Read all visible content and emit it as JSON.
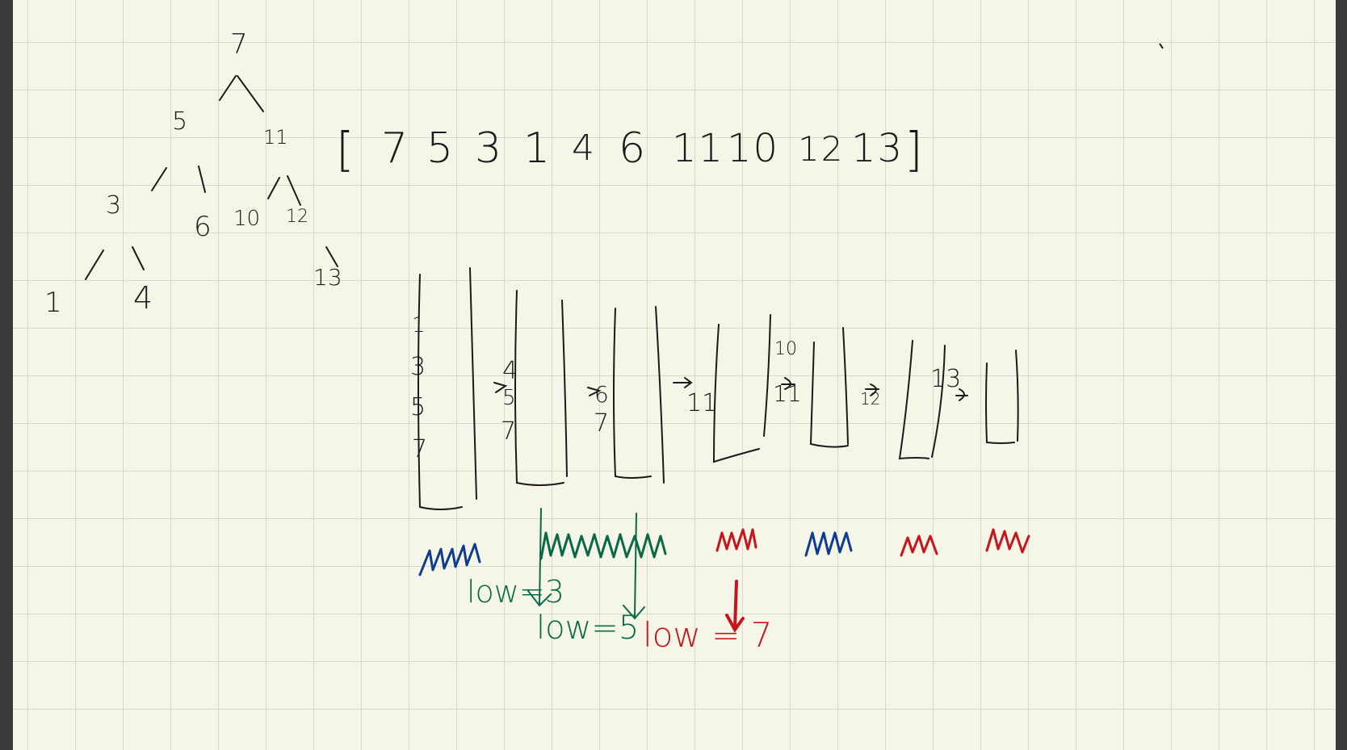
{
  "tree": {
    "nodes": [
      {
        "id": "n7",
        "label": "7"
      },
      {
        "id": "n5",
        "label": "5"
      },
      {
        "id": "n11",
        "label": "11"
      },
      {
        "id": "n3",
        "label": "3"
      },
      {
        "id": "n6",
        "label": "6"
      },
      {
        "id": "n10",
        "label": "10"
      },
      {
        "id": "n12",
        "label": "12"
      },
      {
        "id": "n1",
        "label": "1"
      },
      {
        "id": "n4",
        "label": "4"
      },
      {
        "id": "n13",
        "label": "13"
      }
    ]
  },
  "preorder_array": {
    "open_bracket": "[",
    "close_bracket": "]",
    "items": [
      "7",
      "5",
      "3",
      "1",
      "4",
      "6",
      "11",
      "10",
      "12",
      "13"
    ]
  },
  "stacks": [
    {
      "values": [
        "1",
        "3",
        "5",
        "7"
      ]
    },
    {
      "values": [
        "4",
        "5",
        "7"
      ]
    },
    {
      "values": [
        "6",
        "7"
      ]
    },
    {
      "values": [
        "11"
      ]
    },
    {
      "values": [
        "10",
        "11"
      ]
    },
    {
      "values": [
        "12"
      ]
    },
    {
      "values": [
        "13"
      ]
    }
  ],
  "annotations": {
    "low1": "low=3",
    "low2": "low=5",
    "low3": "low = 7"
  },
  "colors": {
    "ink": "#1a1a1a",
    "blue": "#0e3d8f",
    "green": "#0a6a45",
    "red": "#c8141a",
    "paper": "#f5f5e8",
    "grid": "#d8d8cc"
  }
}
